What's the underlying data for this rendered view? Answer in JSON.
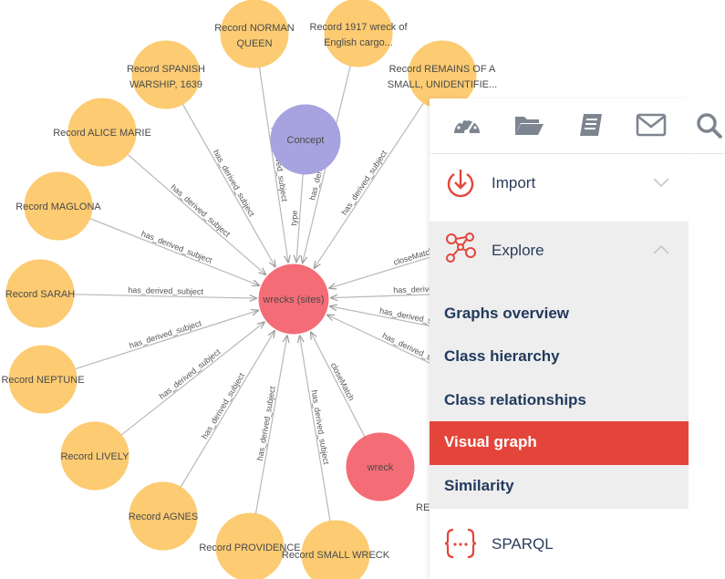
{
  "graph": {
    "center": {
      "label": "wrecks (sites)",
      "color": "#f46c76"
    },
    "concept": {
      "label": "Concept",
      "color": "#a6a3e0"
    },
    "wreck": {
      "label": "wreck",
      "color": "#f46c76"
    },
    "record_color": "#fccb72",
    "records": [
      {
        "label1": "Record NORMAN",
        "label2": "QUEEN"
      },
      {
        "label1": "Record 1917 wreck of",
        "label2": "English cargo..."
      },
      {
        "label1": "Record REMAINS OF A",
        "label2": "SMALL, UNIDENTIFIE..."
      },
      {
        "label1": "Record SPANISH",
        "label2": "WARSHIP, 1639"
      },
      {
        "label1": "Record ALICE MARIE",
        "label2": ""
      },
      {
        "label1": "Record MAGLONA",
        "label2": ""
      },
      {
        "label1": "Record SARAH",
        "label2": ""
      },
      {
        "label1": "Record NEPTUNE",
        "label2": ""
      },
      {
        "label1": "Record LIVELY",
        "label2": ""
      },
      {
        "label1": "Record AGNES",
        "label2": ""
      },
      {
        "label1": "Record PROVIDENCE",
        "label2": ""
      },
      {
        "label1": "Record SMALL WRECK",
        "label2": ""
      }
    ],
    "edge_labels": {
      "has_derived_subject": "has_derived_subject",
      "type": "type",
      "closeMatch": "closeMatch",
      "partial_closematch": "closeMatch",
      "partial_hasderived": "has_derived",
      "partial_re": "RE"
    }
  },
  "menu": {
    "top_icons": [
      "dashboard-icon",
      "folder-open-icon",
      "book-icon",
      "envelope-icon",
      "search-icon"
    ],
    "import": {
      "label": "Import",
      "icon": "import-icon"
    },
    "explore": {
      "label": "Explore",
      "icon": "explore-icon",
      "items": [
        "Graphs overview",
        "Class hierarchy",
        "Class relationships",
        "Visual graph",
        "Similarity"
      ]
    },
    "sparql": {
      "label": "SPARQL",
      "icon": "sparql-icon"
    },
    "accent": "#e4453a",
    "active_item": "Visual graph"
  }
}
